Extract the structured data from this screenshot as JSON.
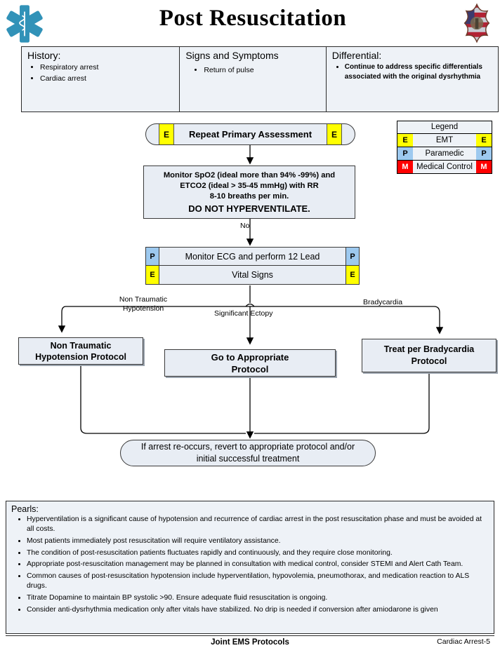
{
  "header": {
    "title": "Post Resuscitation",
    "star_of_life_icon": "star-of-life-icon",
    "fire_badge_icon": "fire-department-badge-icon",
    "star_color": "#3192b8",
    "columns": [
      {
        "heading": "History:",
        "items": [
          "Respiratory arrest",
          "Cardiac arrest"
        ]
      },
      {
        "heading": "Signs and Symptoms",
        "items": [
          "Return of pulse"
        ]
      },
      {
        "heading": "Differential:",
        "items": [
          "Continue to address specific differentials associated with the original dysrhythmia"
        ]
      }
    ]
  },
  "legend": {
    "title": "Legend",
    "rows": [
      {
        "code": "E",
        "label": "EMT",
        "color": "#ffff00"
      },
      {
        "code": "P",
        "label": "Paramedic",
        "color": "#9dc9ef"
      },
      {
        "code": "M",
        "label": "Medical Control",
        "color": "#ff0000"
      }
    ]
  },
  "flow": {
    "repeat_assessment": {
      "text": "Repeat Primary Assessment",
      "badge": "E"
    },
    "monitor": {
      "line1": "Monitor SpO2 (ideal more than 94% -99%) and",
      "line2": "ETCO2 (ideal > 35-45 mmHg) with RR",
      "line3": "8-10 breaths per min.",
      "line4": "DO NOT HYPERVENTILATE."
    },
    "ecg": {
      "text": "Monitor ECG and perform 12 Lead",
      "badge": "P"
    },
    "vitals": {
      "text": "Vital Signs",
      "badge": "E"
    },
    "branch_labels": {
      "no": "No",
      "non_traumatic": "Non Traumatic Hypotension",
      "ectopy": "Significant Ectopy",
      "bradycardia": "Bradycardia"
    },
    "box_hypotension": {
      "line1": "Non Traumatic",
      "line2": "Hypotension Protocol"
    },
    "box_appropriate": {
      "line1": "Go to Appropriate",
      "line2": "Protocol"
    },
    "box_bradycardia": {
      "line1": "Treat per Bradycardia",
      "line2": "Protocol"
    },
    "final": {
      "line1": "If arrest re-occurs, revert to appropriate protocol and/or",
      "line2": "initial successful treatment"
    }
  },
  "pearls": {
    "title": "Pearls:",
    "items": [
      "Hyperventilation is a significant cause of hypotension and recurrence of cardiac arrest in the post resuscitation phase and must be avoided at all costs.",
      "Most patients immediately post resuscitation will require ventilatory assistance.",
      "The condition of post-resuscitation patients fluctuates rapidly and continuously, and they require close monitoring.",
      "Appropriate post-resuscitation management may be planned in consultation with medical control, consider STEMI and Alert Cath Team.",
      "Common causes of post-resuscitation hypotension include hyperventilation, hypovolemia, pneumothorax, and medication reaction to ALS drugs.",
      "Titrate Dopamine to maintain BP systolic >90. Ensure adequate fluid resuscitation is ongoing.",
      "Consider anti-dysrhythmia medication only after vitals have stabilized. No drip is needed if conversion after amiodarone is given"
    ]
  },
  "footer": {
    "center": "Joint EMS Protocols",
    "right": "Cardiac Arrest-5"
  }
}
